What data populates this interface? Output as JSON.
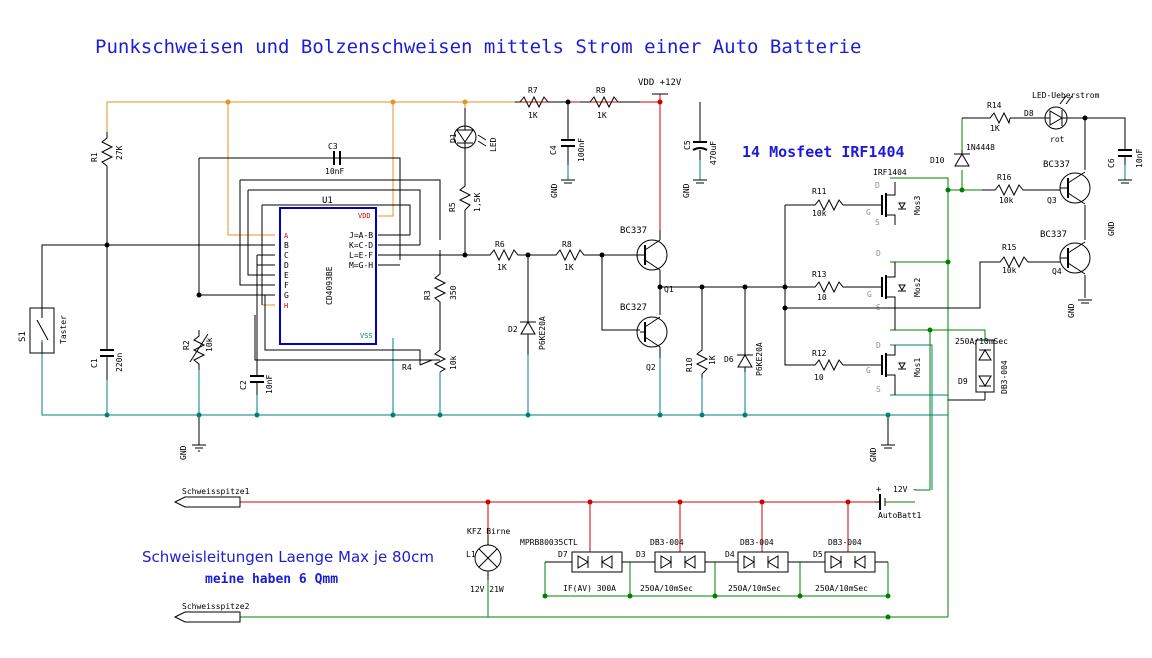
{
  "title": "Punkschweisen und Bolzenschweisen mittels Strom einer Auto Batterie",
  "mosfet_note": "14 Mosfeet IRF1404",
  "note_cable": "Schweisleitungen Laenge Max je 80cm",
  "note_cross": "meine haben 6 Qmm",
  "colors": {
    "note_text": "#1c1cd8",
    "wire_red": "#d00000",
    "wire_green": "#008000",
    "wire_teal": "#00807c",
    "wire_orange": "#e8902a"
  },
  "labels": {
    "vdd": "VDD +12V",
    "gnd": "GND",
    "ic_ref": "U1",
    "ic_name": "CD4093BE",
    "ic_vdd": "VDD",
    "ic_vss": "VSS",
    "ic_pins_left": [
      "A",
      "B",
      "C",
      "D",
      "E",
      "F",
      "G",
      "H"
    ],
    "ic_pins_right": [
      "J=A-B",
      "K=C-D",
      "L=E-F",
      "M=G-H"
    ],
    "s1": "S1",
    "taster": "Taster",
    "c1": "C1",
    "c1v": "220n",
    "c2": "C2",
    "c2v": "10nF",
    "c3": "C3",
    "c3v": "10nF",
    "c4": "C4",
    "c4v": "100nF",
    "c5": "C5",
    "c5v": "470uF",
    "c6": "C6",
    "c6v": "10nF",
    "r1": "R1",
    "r1v": "27K",
    "r2": "R2",
    "r2v": "10k",
    "r3": "R3",
    "r3v": "350",
    "r4": "R4",
    "r4v": "10k",
    "r5": "R5",
    "r5v": "1,5K",
    "r6": "R6",
    "r6v": "1K",
    "r7": "R7",
    "r7v": "1K",
    "r8": "R8",
    "r8v": "1K",
    "r9": "R9",
    "r9v": "1K",
    "r10": "R10",
    "r10v": "1K",
    "r11": "R11",
    "r11v": "10k",
    "r12": "R12",
    "r12v": "10",
    "r13": "R13",
    "r13v": "10",
    "r14": "R14",
    "r14v": "1K",
    "r15": "R15",
    "r15v": "10k",
    "r16": "R16",
    "r16v": "10k",
    "d1": "D1",
    "d1v": "LED",
    "d2": "D2",
    "d2v": "P6KE20A",
    "d6": "D6",
    "d6v": "P6KE20A",
    "d8": "D8",
    "d8v": "rot",
    "d8t": "LED-Ueberstrom",
    "d9": "D9",
    "d9v": "DB3-004",
    "d9t": "250A/10mSec",
    "d10": "D10",
    "d10v": "1N4448",
    "q1": "Q1",
    "q1v": "BC337",
    "q2": "Q2",
    "q2v": "BC327",
    "q3": "Q3",
    "q3v": "BC337",
    "q4": "Q4",
    "q4v": "BC337",
    "mos1": "Mos1",
    "mos2": "Mos2",
    "mos3": "Mos3",
    "mos3v": "IRF1404",
    "pin_d": "D",
    "pin_g": "G",
    "pin_s": "S",
    "bat": "AutoBatt1",
    "batv": "12V",
    "weld1": "Schweisspitze1",
    "weld2": "Schweisspitze2",
    "l1": "L1",
    "l1t": "KFZ Birne",
    "l1v": "12V 21W",
    "d7": "D7",
    "d7v": "MPRB80035CTL",
    "d7t": "IF(AV) 300A",
    "d3": "D3",
    "d3v": "DB3-004",
    "d3t": "250A/10mSec",
    "d4": "D4",
    "d4v": "DB3-004",
    "d4t": "250A/10mSec",
    "d5": "D5",
    "d5v": "DB3-004",
    "d5t": "250A/10mSec"
  }
}
